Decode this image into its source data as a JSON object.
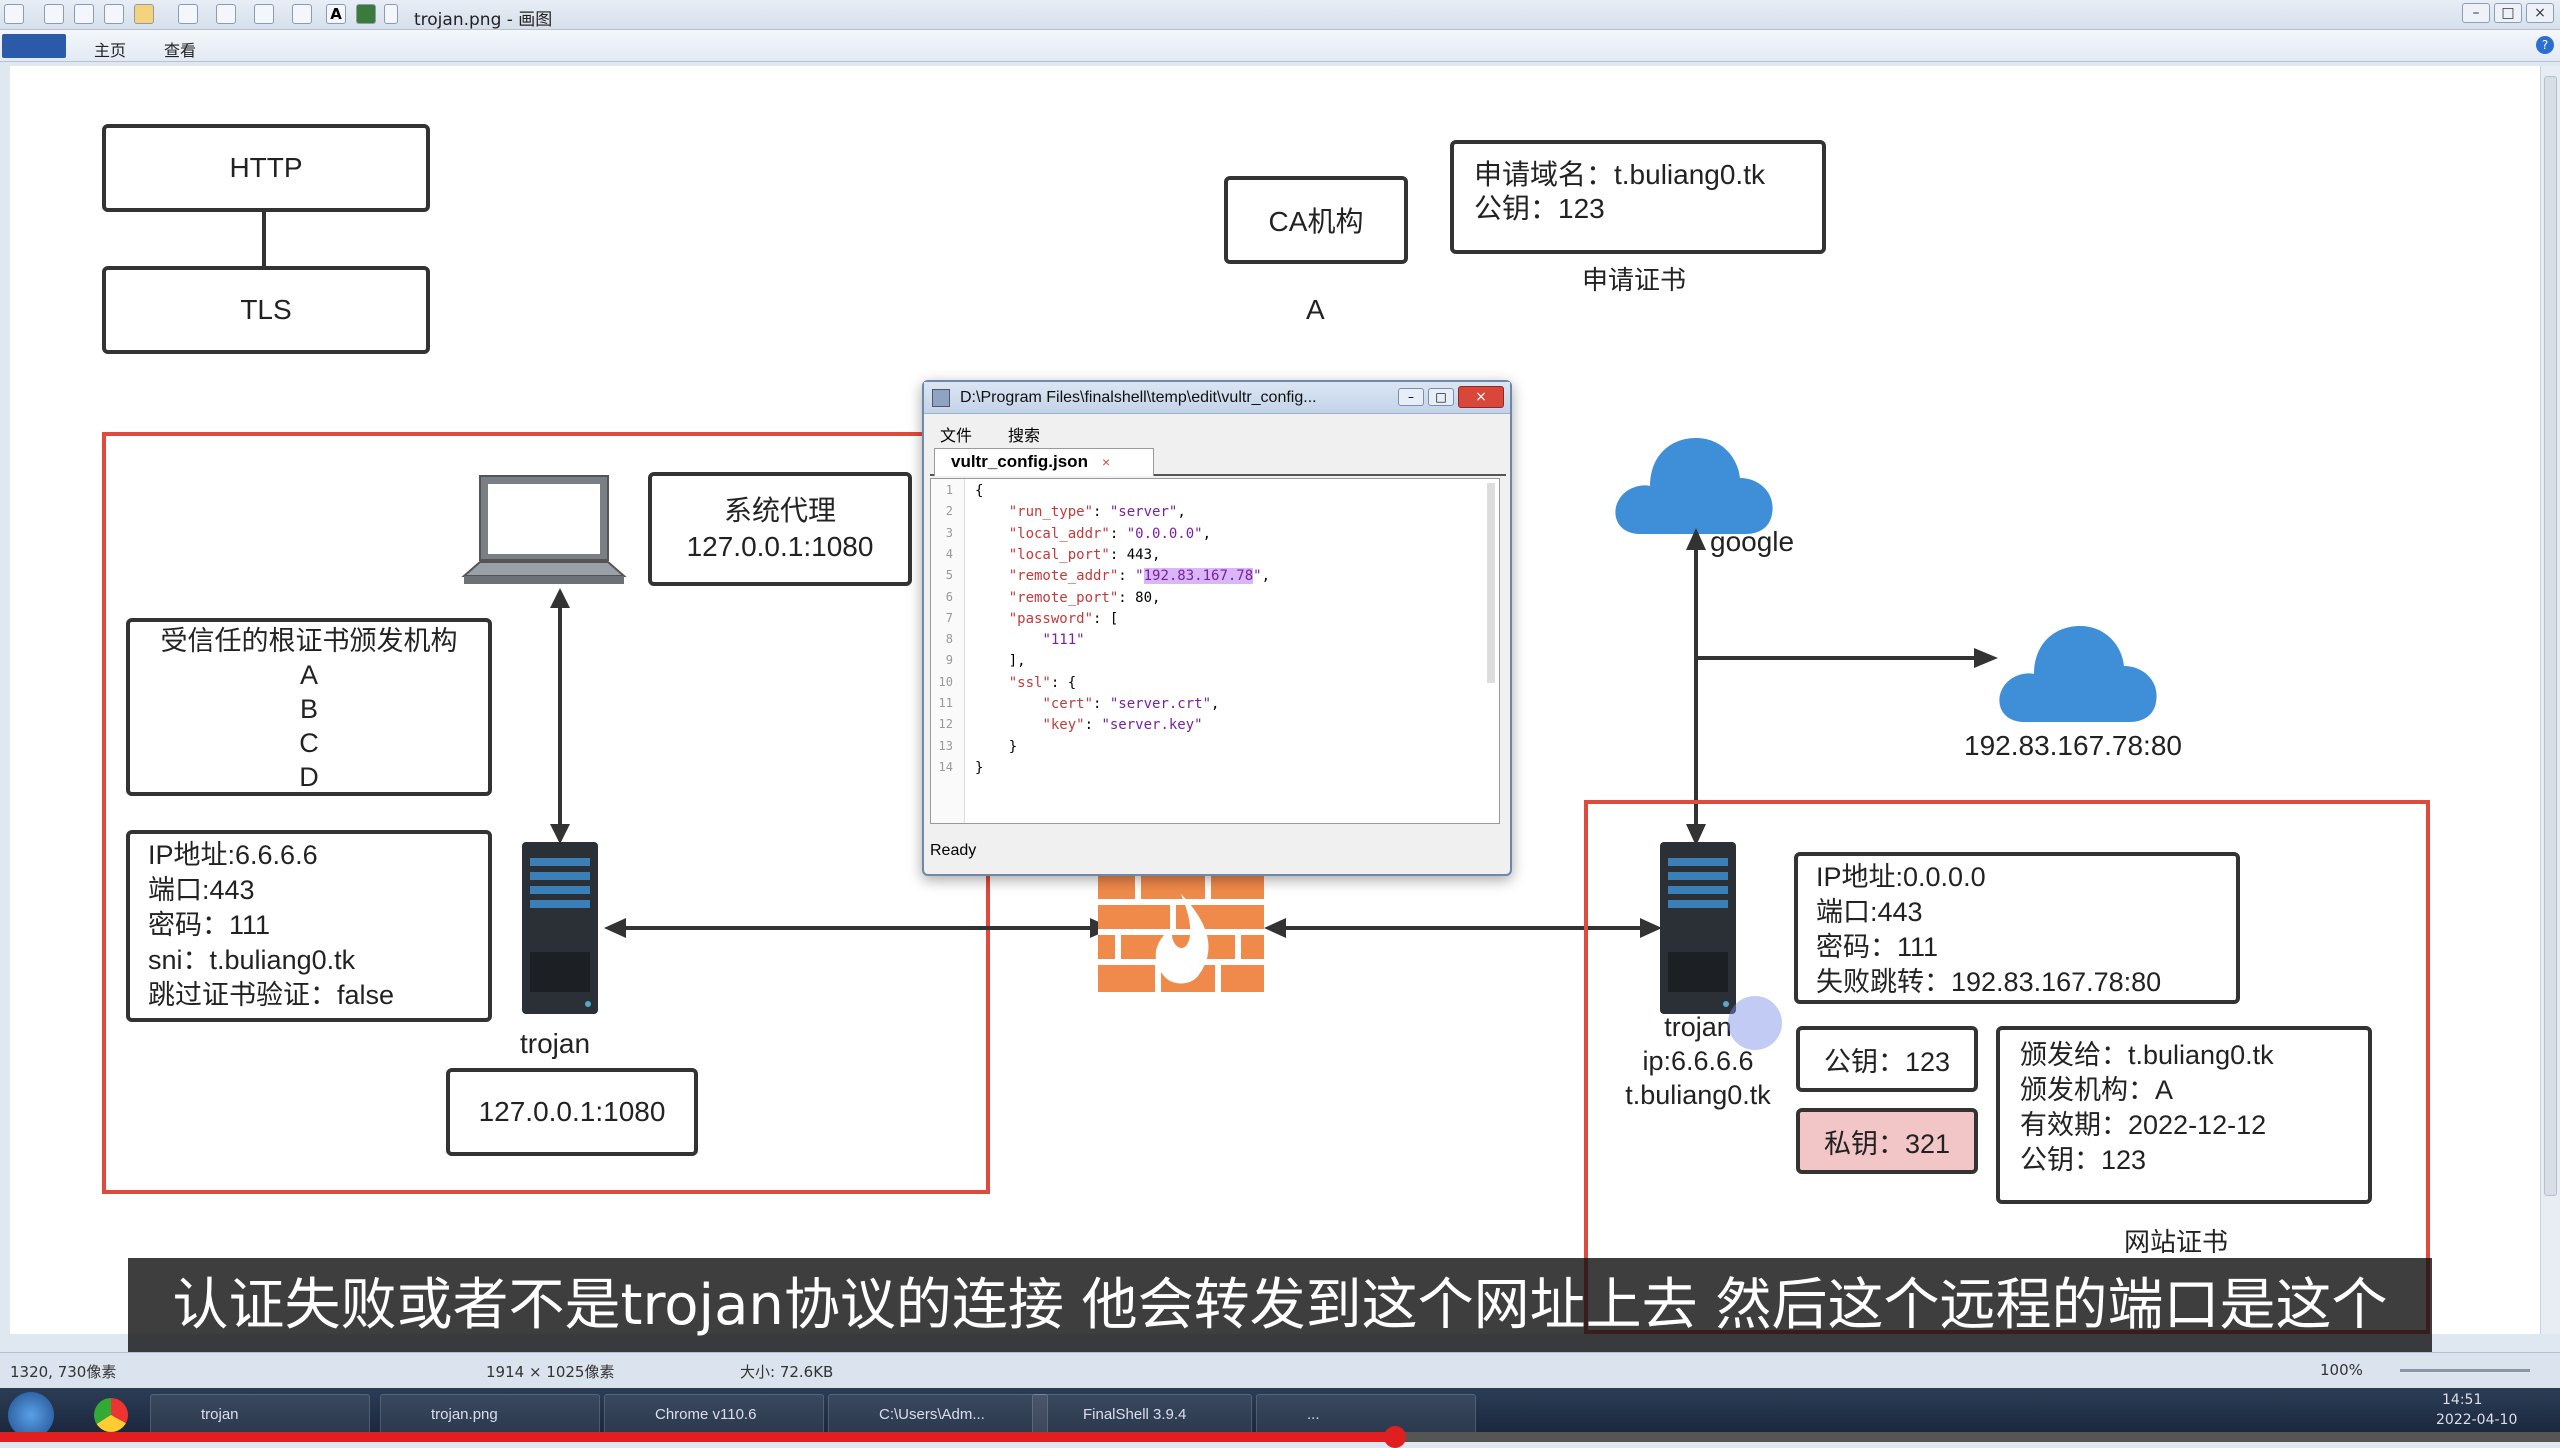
{
  "window": {
    "title": "trojan.png - 画图",
    "ribbon_tabs": [
      "主页",
      "查看"
    ]
  },
  "diagram": {
    "http": "HTTP",
    "tls": "TLS",
    "ca": "CA机构",
    "ca_label": "A",
    "apply_box": [
      "申请域名：t.buliang0.tk",
      "公钥：123"
    ],
    "apply_caption": "申请证书",
    "proxy": [
      "系统代理",
      "127.0.0.1:1080"
    ],
    "trusted_root": [
      "受信任的根证书颁发机构",
      "A",
      "B",
      "C",
      "D"
    ],
    "client_config": [
      "IP地址:6.6.6.6",
      "端口:443",
      "密码：111",
      "sni：t.buliang0.tk",
      "跳过证书验证：false"
    ],
    "client_name": "trojan",
    "local_addr": "127.0.0.1:1080",
    "google": "google",
    "decoy": "192.83.167.78:80",
    "server_config": [
      "IP地址:0.0.0.0",
      "端口:443",
      "密码：111",
      "失败跳转：192.83.167.78:80"
    ],
    "server_name": [
      "trojan",
      "ip:6.6.6.6",
      "t.buliang0.tk"
    ],
    "pubkey": "公钥：123",
    "privkey": "私钥：321",
    "cert": [
      "颁发给：t.buliang0.tk",
      "颁发机构：A",
      "有效期：2022-12-12",
      "公钥：123"
    ],
    "cert_caption": "网站证书"
  },
  "editor": {
    "title": "D:\\Program Files\\finalshell\\temp\\edit\\vultr_config...",
    "menu": [
      "文件",
      "搜索"
    ],
    "tab": "vultr_config.json",
    "status": "Ready",
    "lines": [
      "{",
      "    \"run_type\": \"server\",",
      "    \"local_addr\": \"0.0.0.0\",",
      "    \"local_port\": 443,",
      "    \"remote_addr\": \"192.83.167.78\",",
      "    \"remote_port\": 80,",
      "    \"password\": [",
      "        \"111\"",
      "    ],",
      "    \"ssl\": {",
      "        \"cert\": \"server.crt\",",
      "        \"key\": \"server.key\"",
      "    }",
      "}"
    ]
  },
  "subtitle": [
    "认证失败或者不是trojan协议的连接 他会转发到这个网址上去 然后这个远程的端口是这个",
    "80"
  ],
  "statusbar": {
    "cursor": "1320, 730像素",
    "dims": "1914 × 1025像素",
    "size": "大小: 72.6KB",
    "zoom": "100%"
  },
  "taskbar": {
    "items": [
      "trojan",
      "trojan.png",
      "Chrome v110.6",
      "C:\\Users\\Adm...",
      "FinalShell 3.9.4",
      "..."
    ],
    "time": "14:51",
    "date": "2022-04-10"
  },
  "video_progress": 0.545
}
